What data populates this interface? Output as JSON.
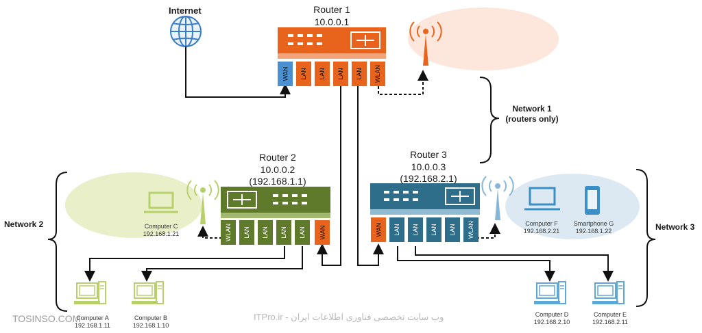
{
  "internet": {
    "label": "Internet"
  },
  "router1": {
    "title": "Router 1",
    "ip": "10.0.0.1",
    "ports": [
      "WAN",
      "LAN",
      "LAN",
      "LAN",
      "LAN",
      "WLAN"
    ]
  },
  "router2": {
    "title": "Router 2",
    "ip": "10.0.0.2",
    "ip2": "(192.168.1.1)",
    "ports": [
      "WLAN",
      "LAN",
      "LAN",
      "LAN",
      "LAN",
      "WAN"
    ]
  },
  "router3": {
    "title": "Router 3",
    "ip": "10.0.0.3",
    "ip2": "(192.168.2.1)",
    "ports": [
      "WAN",
      "LAN",
      "LAN",
      "LAN",
      "LAN",
      "WLAN"
    ]
  },
  "network1": {
    "line1": "Network 1",
    "line2": "(routers only)"
  },
  "network2": {
    "label": "Network 2"
  },
  "network3": {
    "label": "Network 3"
  },
  "computers": {
    "a": {
      "name": "Computer A",
      "ip": "192.168.1.11"
    },
    "b": {
      "name": "Computer B",
      "ip": "192.168.1.10"
    },
    "c": {
      "name": "Computer C",
      "ip": "192.168.1.21"
    },
    "d": {
      "name": "Computer D",
      "ip": "192.168.2.10"
    },
    "e": {
      "name": "Computer E",
      "ip": "192.168.2.11"
    },
    "f": {
      "name": "Computer F",
      "ip": "192.168.2.21"
    },
    "g": {
      "name": "Smartphone G",
      "ip": "192.168.1.22"
    }
  },
  "watermark": {
    "left": "TOSINSO.COM",
    "center": "ITPro.ir - وب سایت تخصصی فناوری اطلاعات ایران"
  },
  "colors": {
    "router1": "#e8641c",
    "router2": "#5e7a2a",
    "router3": "#2f6e8a",
    "wan1": "#4a8fd0",
    "wan2": "#e8641c",
    "wifi1": "#fde7dc",
    "wifi2": "#e9efc9",
    "wifi3": "#dde9f2",
    "lime": "#b7d06a",
    "blue": "#86b7d8"
  }
}
